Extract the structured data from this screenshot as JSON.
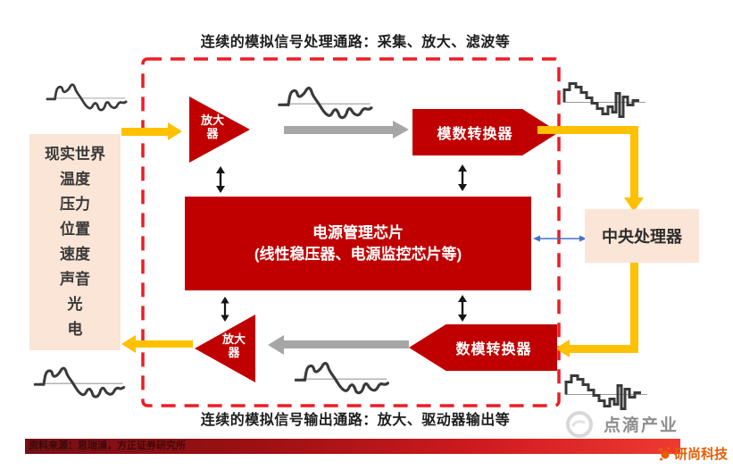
{
  "captions": {
    "top": "连续的模拟信号处理通路：采集、放大、滤波等",
    "bottom": "连续的模拟信号输出通路：放大、驱动器输出等"
  },
  "real_world": {
    "lines": [
      "现实世界",
      "温度",
      "压力",
      "位置",
      "速度",
      "声音",
      "光",
      "电"
    ]
  },
  "nodes": {
    "amplifier_top_line1": "放大",
    "amplifier_top_line2": "器",
    "adc_label": "模数转换器",
    "pmic_line1": "电源管理芯片",
    "pmic_line2": "(线性稳压器、电源监控芯片等)",
    "cpu_label": "中央处理器",
    "dac_label": "数模转换器",
    "amplifier_bottom_line1": "放大",
    "amplifier_bottom_line2": "器"
  },
  "footer": {
    "source": "资料来源：思瑞浦，方正证券研究所"
  },
  "watermarks": {
    "diandi": "点滴产业",
    "yanshang": "研尚科技"
  },
  "colors": {
    "node_red": "#c00000",
    "peach": "#fbe5d6",
    "arrow_yellow": "#ffc000",
    "arrow_gray": "#a6a6a6",
    "dashed_border_red": "#ee1c25",
    "arrow_blue": "#4472c4",
    "watermark_gray": "#8e8e8e",
    "watermark_orange": "#e85d04"
  },
  "icons": {
    "analog_waveform": "analog-waveform-icon",
    "digital_waveform": "digital-waveform-icon",
    "double_vertical_arrow": "double-vertical-arrow-icon",
    "double_horizontal_blue_arrow": "double-horizontal-blue-arrow-icon"
  }
}
